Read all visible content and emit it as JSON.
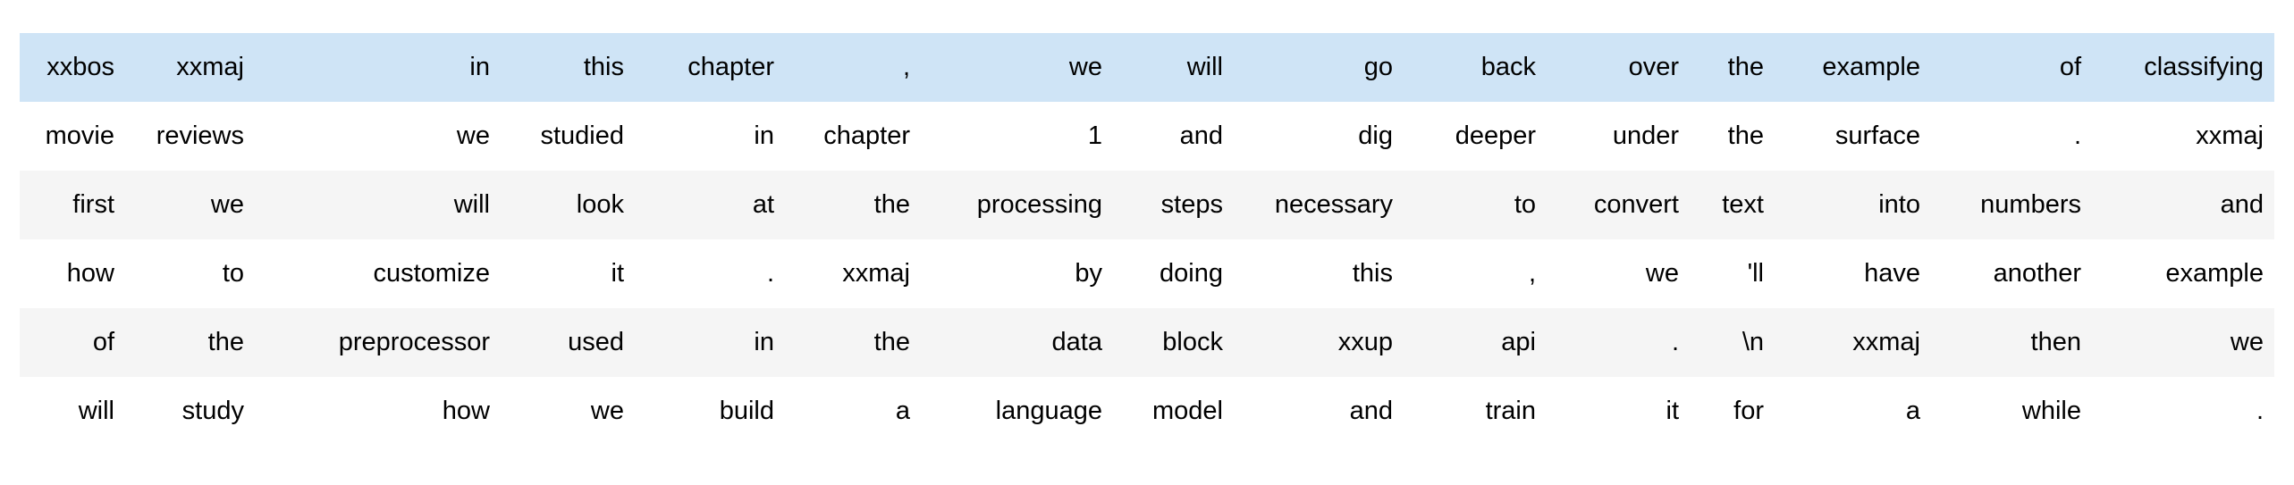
{
  "table": {
    "description": "tokenized-text-batch",
    "colors": {
      "highlight_row": "#cfe4f6",
      "stripe_row": "#f5f5f5",
      "text": "#000000",
      "background": "#ffffff"
    },
    "rows": [
      {
        "highlight": true,
        "cells": [
          "xxbos",
          "xxmaj",
          "in",
          "this",
          "chapter",
          ",",
          "we",
          "will",
          "go",
          "back",
          "over",
          "the",
          "example",
          "of",
          "classifying"
        ]
      },
      {
        "highlight": false,
        "cells": [
          "movie",
          "reviews",
          "we",
          "studied",
          "in",
          "chapter",
          "1",
          "and",
          "dig",
          "deeper",
          "under",
          "the",
          "surface",
          ".",
          "xxmaj"
        ]
      },
      {
        "highlight": false,
        "cells": [
          "first",
          "we",
          "will",
          "look",
          "at",
          "the",
          "processing",
          "steps",
          "necessary",
          "to",
          "convert",
          "text",
          "into",
          "numbers",
          "and"
        ]
      },
      {
        "highlight": false,
        "cells": [
          "how",
          "to",
          "customize",
          "it",
          ".",
          "xxmaj",
          "by",
          "doing",
          "this",
          ",",
          "we",
          "'ll",
          "have",
          "another",
          "example"
        ]
      },
      {
        "highlight": false,
        "cells": [
          "of",
          "the",
          "preprocessor",
          "used",
          "in",
          "the",
          "data",
          "block",
          "xxup",
          "api",
          ".",
          "\\n",
          "xxmaj",
          "then",
          "we"
        ]
      },
      {
        "highlight": false,
        "cells": [
          "will",
          "study",
          "how",
          "we",
          "build",
          "a",
          "language",
          "model",
          "and",
          "train",
          "it",
          "for",
          "a",
          "while",
          "."
        ]
      }
    ]
  }
}
